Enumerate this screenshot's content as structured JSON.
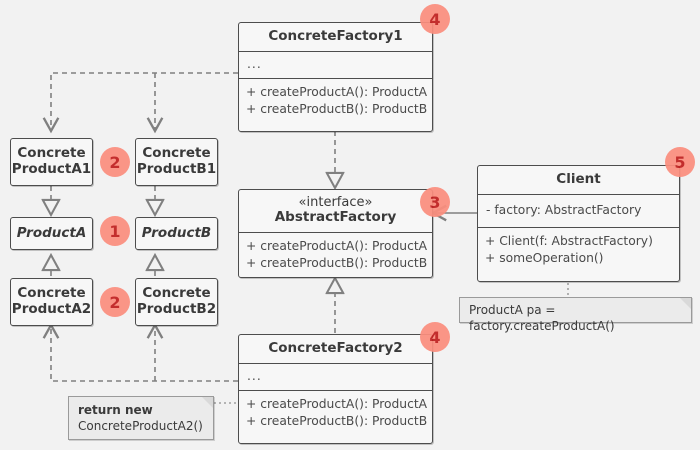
{
  "diagram": {
    "title": "Abstract Factory UML class diagram",
    "background": "#f2f2f2",
    "box_fill": "#f7f7f7",
    "box_stroke": "#4d4d4d",
    "note_fill": "#ebebeb",
    "badge_fill": "#fb8e7e",
    "badge_text_color": "#c0201f",
    "line_color": "#808080"
  },
  "classes": {
    "concrete_factory_1": {
      "name": "ConcreteFactory1",
      "fields": "...",
      "methods": [
        "+ createProductA(): ProductA",
        "+ createProductB(): ProductB"
      ]
    },
    "concrete_factory_2": {
      "name": "ConcreteFactory2",
      "fields": "...",
      "methods": [
        "+ createProductA(): ProductA",
        "+ createProductB(): ProductB"
      ]
    },
    "abstract_factory": {
      "stereotype": "«interface»",
      "name": "AbstractFactory",
      "methods": [
        "+ createProductA(): ProductA",
        "+ createProductB(): ProductB"
      ]
    },
    "client": {
      "name": "Client",
      "fields": [
        "- factory: AbstractFactory"
      ],
      "methods": [
        "+ Client(f: AbstractFactory)",
        "+ someOperation()"
      ]
    }
  },
  "products": {
    "concrete_product_a1": {
      "line1": "Concrete",
      "line2": "ProductA1"
    },
    "concrete_product_b1": {
      "line1": "Concrete",
      "line2": "ProductB1"
    },
    "product_a": {
      "name": "ProductA"
    },
    "product_b": {
      "name": "ProductB"
    },
    "concrete_product_a2": {
      "line1": "Concrete",
      "line2": "ProductA2"
    },
    "concrete_product_b2": {
      "line1": "Concrete",
      "line2": "ProductB2"
    }
  },
  "notes": {
    "return_new": {
      "bold_line": "return new",
      "plain_line": "ConcreteProductA2()"
    },
    "client_usage": {
      "text": "ProductA pa = factory.createProductA()"
    }
  },
  "badges": [
    {
      "id": "badge-product-interfaces",
      "label": "1"
    },
    {
      "id": "badge-concrete-products-top",
      "label": "2"
    },
    {
      "id": "badge-concrete-products-bottom",
      "label": "2"
    },
    {
      "id": "badge-abstract-factory",
      "label": "3"
    },
    {
      "id": "badge-concrete-factory-1",
      "label": "4"
    },
    {
      "id": "badge-concrete-factory-2",
      "label": "4"
    },
    {
      "id": "badge-client",
      "label": "5"
    }
  ]
}
